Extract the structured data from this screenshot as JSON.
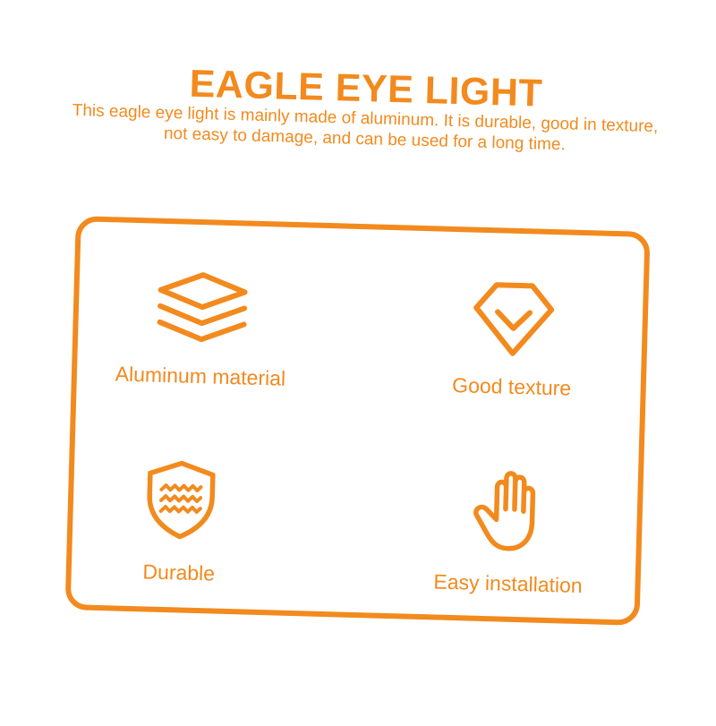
{
  "colors": {
    "accent": "#F28A1E",
    "background": "#FFFFFF"
  },
  "header": {
    "title": "EAGLE EYE LIGHT",
    "description": "This eagle eye light is mainly made of aluminum. It is durable, good in texture, not easy to damage, and can be used for a long time."
  },
  "features": [
    {
      "icon": "layers-icon",
      "label": "Aluminum material"
    },
    {
      "icon": "diamond-icon",
      "label": "Good texture"
    },
    {
      "icon": "shield-icon",
      "label": "Durable"
    },
    {
      "icon": "hand-icon",
      "label": "Easy installation"
    }
  ]
}
